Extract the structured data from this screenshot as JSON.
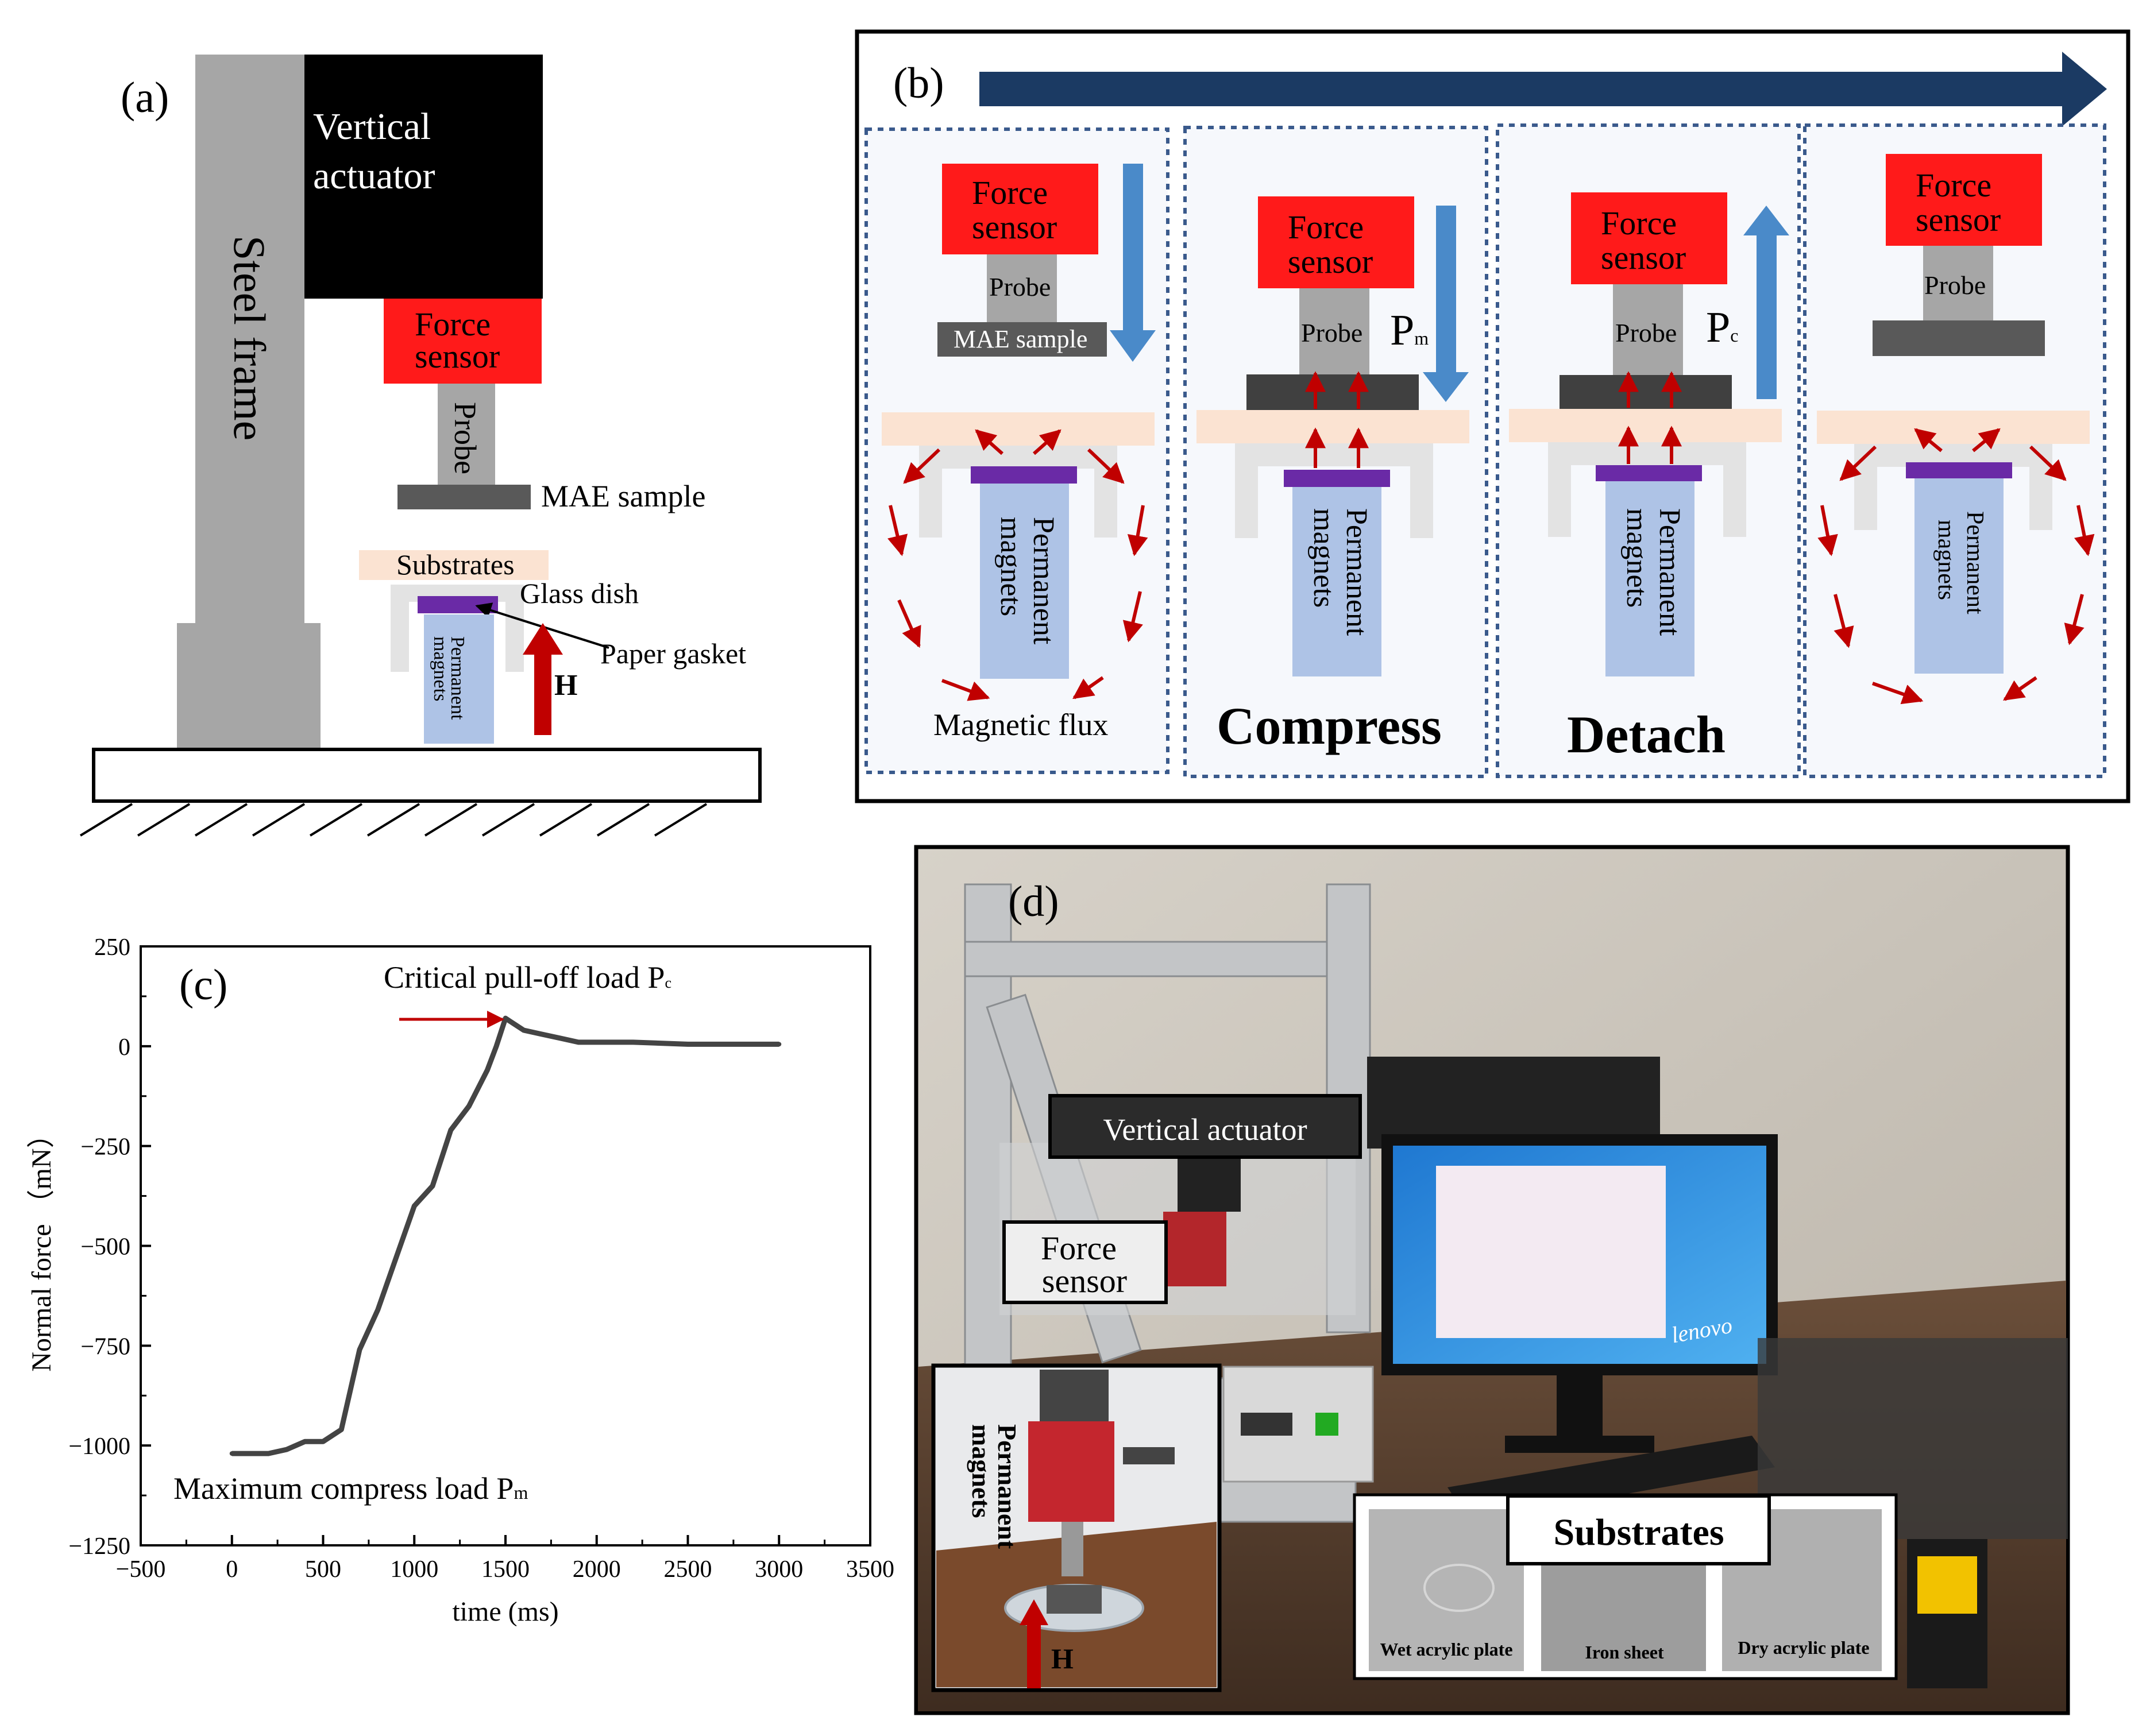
{
  "panel_a": {
    "label": "(a)",
    "steel_frame": "Steel frame",
    "actuator_line1": "Vertical",
    "actuator_line2": "actuator",
    "force_line1": "Force",
    "force_line2": "sensor",
    "probe": "Probe",
    "mae_sample": "MAE sample",
    "substrates": "Substrates",
    "glass_dish": "Glass dish",
    "paper_gasket": "Paper gasket",
    "magnets_line1": "Permanent",
    "magnets_line2": "magnets",
    "field": "H"
  },
  "panel_b": {
    "label": "(b)",
    "force_line1": "Force",
    "force_line2": "sensor",
    "probe": "Probe",
    "mae_sample": "MAE sample",
    "magnets_line1": "Permanent",
    "magnets_line2": "magnets",
    "magnetic_flux": "Magnetic flux",
    "compress": "Compress",
    "detach": "Detach",
    "pm_main": "P",
    "pm_sub": "m",
    "pc_main": "P",
    "pc_sub": "c",
    "colors": {
      "sensor": "#ff1a1a",
      "flow_arrow": "#1b3a63",
      "motion_arrow": "#4a8ac9",
      "flux_arrow": "#c00000",
      "magnet": "#aec3e6",
      "gasket": "#6a2aa6"
    }
  },
  "panel_c": {
    "label": "(c)",
    "peak_annotation": "Critical pull-off load P",
    "peak_sub": "c",
    "min_annotation": "Maximum compress load P",
    "min_sub": "m"
  },
  "chart_data": {
    "type": "line",
    "xlabel": "time (ms)",
    "ylabel": "Normal force （mN）",
    "xlim": [
      -500,
      3500
    ],
    "ylim": [
      -1250,
      250
    ],
    "xticks": [
      -500,
      0,
      500,
      1000,
      1500,
      2000,
      2500,
      3000,
      3500
    ],
    "yticks": [
      250,
      0,
      -250,
      -500,
      -750,
      -1000,
      -1250
    ],
    "xtick_labels": [
      "−500",
      "0",
      "500",
      "1000",
      "1500",
      "2000",
      "2500",
      "3000",
      "3500"
    ],
    "ytick_labels": [
      "250",
      "0",
      "−250",
      "−500",
      "−750",
      "−1000",
      "−1250"
    ],
    "grid": false,
    "series": [
      {
        "x": [
          0,
          200,
          300,
          400,
          500,
          600,
          700,
          800,
          900,
          1000,
          1100,
          1200,
          1300,
          1400,
          1450,
          1500,
          1600,
          1700,
          1800,
          1900,
          2000,
          2200,
          2500,
          2800,
          3000
        ],
        "y": [
          -1020,
          -1020,
          -1010,
          -990,
          -990,
          -960,
          -760,
          -660,
          -530,
          -400,
          -350,
          -210,
          -150,
          -60,
          0,
          70,
          40,
          30,
          20,
          10,
          10,
          10,
          5,
          5,
          5
        ]
      }
    ]
  },
  "panel_d": {
    "label": "(d)",
    "vertical_actuator": "Vertical actuator",
    "force_line1": "Force",
    "force_line2": "sensor",
    "magnets_line1": "Permanent",
    "magnets_line2": "magnets",
    "field": "H",
    "substrates": "Substrates",
    "wet_acrylic": "Wet acrylic plate",
    "iron_sheet": "Iron sheet",
    "dry_acrylic": "Dry acrylic plate",
    "screen_brand": "lenovo"
  }
}
